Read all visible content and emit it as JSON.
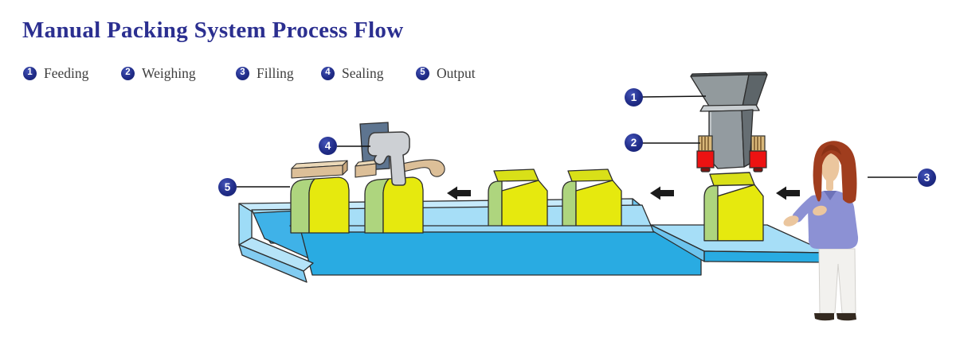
{
  "title": "Manual Packing System Process Flow",
  "legend": {
    "items": [
      {
        "number": "1",
        "label": "Feeding"
      },
      {
        "number": "2",
        "label": "Weighing"
      },
      {
        "number": "3",
        "label": "Filling"
      },
      {
        "number": "4",
        "label": "Sealing"
      },
      {
        "number": "5",
        "label": "Output"
      }
    ]
  },
  "callouts": [
    {
      "number": "1"
    },
    {
      "number": "2"
    },
    {
      "number": "3"
    },
    {
      "number": "4"
    },
    {
      "number": "5"
    }
  ],
  "palette": {
    "title_blue": "#2b2f90",
    "badge_navy": "#202c87",
    "legend_text": "#3e3e3e",
    "conveyor_front_blue": "#29abe2",
    "conveyor_top_blue": "#a6def7",
    "bag_body_yellow": "#e6e90e",
    "bag_gusset_green": "#aed57e",
    "bag_fin_yellow": "#d9e018",
    "seal_band_tan": "#dcbf98",
    "hopper_gray": "#929a9d",
    "weigher_red": "#ec1212",
    "sealer_arm_gray": "#cdd0d4",
    "sealer_plate_slate": "#5e7590",
    "arrow_black": "#1b1b1b",
    "worker_hair": "#a03d1e",
    "worker_skin": "#ebc69e",
    "worker_sweater": "#8c91d4",
    "worker_pants": "#f2f1ee"
  }
}
